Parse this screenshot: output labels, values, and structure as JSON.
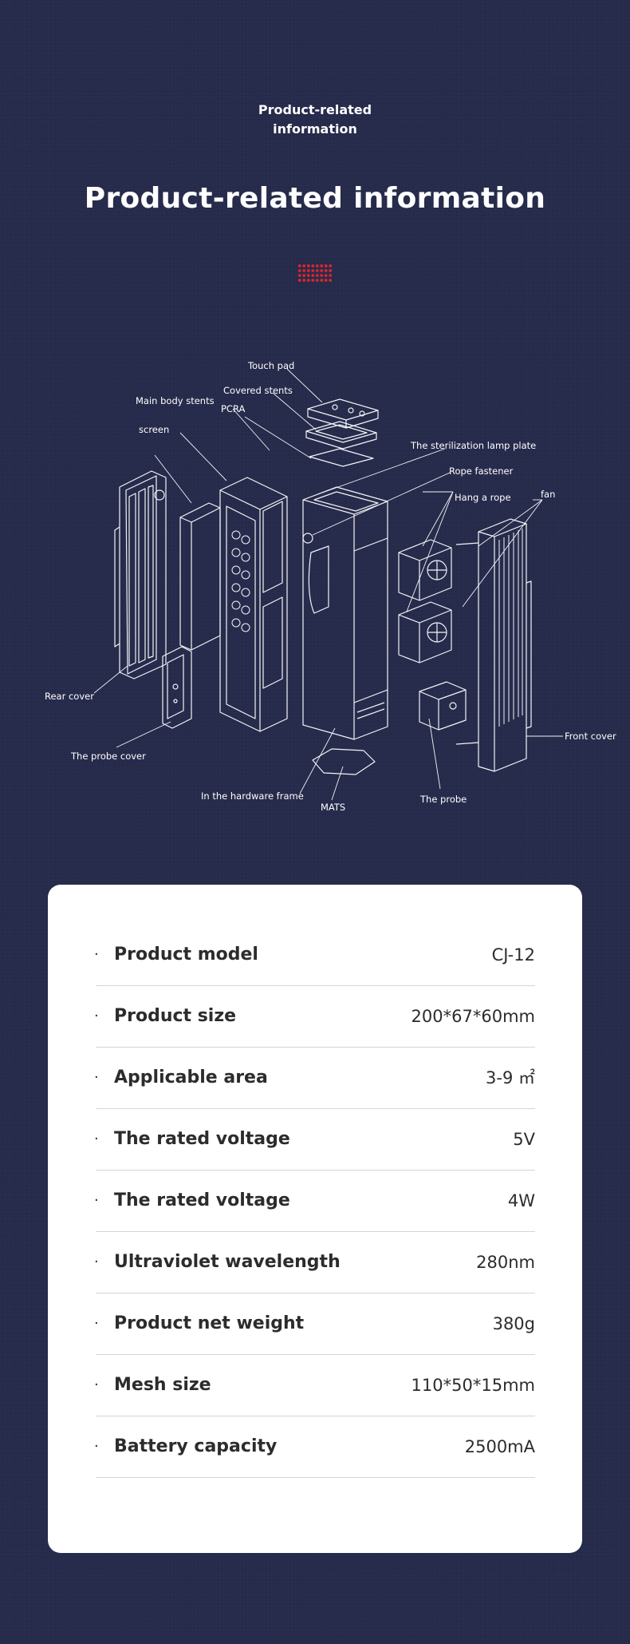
{
  "header": {
    "eyebrow_line1": "Product-related",
    "eyebrow_line2": "information",
    "title": "Product-related information"
  },
  "diagram": {
    "labels": {
      "touch_pad": "Touch pad",
      "covered_stents": "Covered stents",
      "main_body_stents": "Main body stents",
      "pcra": "PCRA",
      "screen": "screen",
      "sterilization_lamp_plate": "The sterilization lamp plate",
      "rope_fastener": "Rope fastener",
      "hang_a_rope": "Hang a rope",
      "fan": "fan",
      "rear_cover": "Rear cover",
      "probe_cover": "The probe cover",
      "hardware_frame": "In the hardware frame",
      "mats": "MATS",
      "the_probe": "The probe",
      "front_cover": "Front cover"
    }
  },
  "specs": {
    "rows": [
      {
        "label": "Product model",
        "value": "CJ-12"
      },
      {
        "label": "Product size",
        "value": "200*67*60mm"
      },
      {
        "label": "Applicable area",
        "value": "3-9 ㎡"
      },
      {
        "label": "The rated voltage",
        "value": "5V"
      },
      {
        "label": "The rated voltage",
        "value": "4W"
      },
      {
        "label": "Ultraviolet wavelength",
        "value": "280nm"
      },
      {
        "label": "Product net weight",
        "value": "380g"
      },
      {
        "label": "Mesh size",
        "value": "110*50*15mm"
      },
      {
        "label": "Battery capacity",
        "value": "2500mA"
      }
    ],
    "bullet": "·"
  },
  "colors": {
    "background": "#262a4b",
    "accent_dots": "#d8262e",
    "card": "#ffffff",
    "text_dark": "#2c2c2c",
    "divider": "#d5d5d5"
  }
}
